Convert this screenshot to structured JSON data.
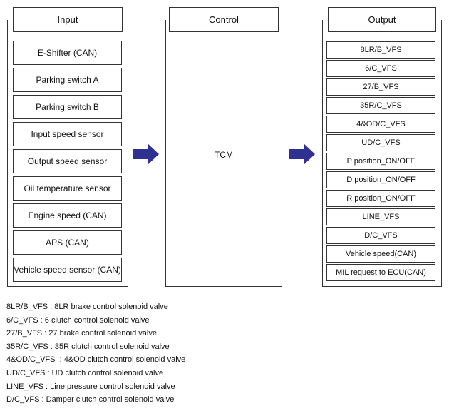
{
  "input": {
    "title": "Input",
    "items": [
      "E-Shifter (CAN)",
      "Parking switch A",
      "Parking switch B",
      "Input speed sensor",
      "Output speed sensor",
      "Oil temperature sensor",
      "Engine speed (CAN)",
      "APS (CAN)",
      "Vehicle speed sensor (CAN)"
    ]
  },
  "control": {
    "title": "Control",
    "unit": "TCM"
  },
  "output": {
    "title": "Output",
    "items": [
      "8LR/B_VFS",
      "6/C_VFS",
      "27/B_VFS",
      "35R/C_VFS",
      "4&OD/C_VFS",
      "UD/C_VFS",
      "P position_ON/OFF",
      "D position_ON/OFF",
      "R position_ON/OFF",
      "LINE_VFS",
      "D/C_VFS",
      "Vehicle speed(CAN)",
      "MIL request to ECU(CAN)"
    ]
  },
  "legend": [
    "8LR/B_VFS : 8LR brake control solenoid valve",
    "6/C_VFS : 6 clutch control solenoid valve",
    "27/B_VFS : 27 brake control solenoid valve",
    "35R/C_VFS : 35R clutch control solenoid valve",
    "4&OD/C_VFS  : 4&OD clutch control solenoid valve",
    "UD/C_VFS : UD clutch control solenoid valve",
    "LINE_VFS : Line pressure control solenoid valve",
    "D/C_VFS : Damper clutch control solenoid valve"
  ],
  "colors": {
    "arrow": "#2e3192",
    "border": "#333333"
  }
}
